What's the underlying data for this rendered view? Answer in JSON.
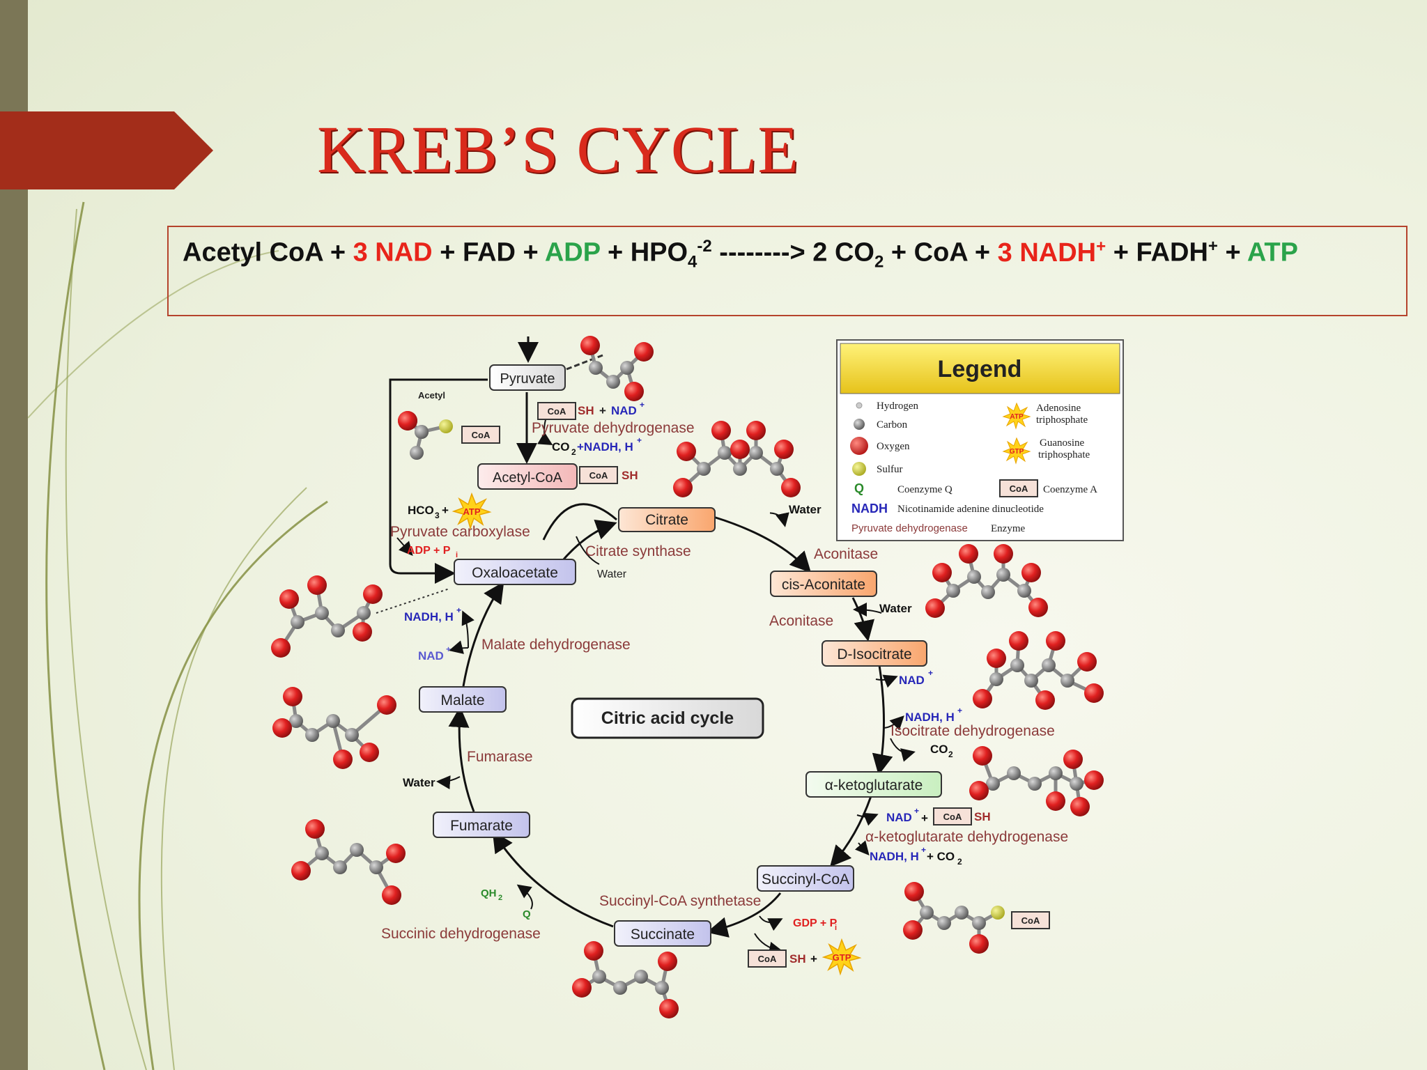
{
  "slide": {
    "title": "KREB’S CYCLE",
    "equation": {
      "t1": "Acetyl CoA + ",
      "t2": "3 NAD",
      "t3": " + FAD + ",
      "t4": "ADP",
      "t5": " + HPO",
      "t5sub": "4",
      "t5sup": "-2",
      "t6": " --------> 2 CO",
      "t6sub": "2",
      "t7": " + CoA + ",
      "t8": "3 NADH",
      "t8sup": "+",
      "t9": " + FADH",
      "t9sup": "+",
      "t10": " + ",
      "t11": "ATP"
    }
  },
  "diagram": {
    "center_label": "Citric acid cycle",
    "metabolites": {
      "pyruvate": "Pyruvate",
      "acetyl_coa": "Acetyl-CoA",
      "citrate": "Citrate",
      "cis_aconitate": "cis-Aconitate",
      "d_isocitrate": "D-Isocitrate",
      "a_ketoglutarate": "α-ketoglutarate",
      "succinyl_coa": "Succinyl-CoA",
      "succinate": "Succinate",
      "fumarate": "Fumarate",
      "malate": "Malate",
      "oxaloacetate": "Oxaloacetate"
    },
    "enzymes": {
      "pyruvate_dehydrogenase": "Pyruvate dehydrogenase",
      "pyruvate_carboxylase": "Pyruvate carboxylase",
      "citrate_synthase": "Citrate synthase",
      "aconitase_1": "Aconitase",
      "aconitase_2": "Aconitase",
      "isocitrate_dehydrogenase": "Isocitrate dehydrogenase",
      "akg_dehydrogenase": "α-ketoglutarate dehydrogenase",
      "succinyl_coa_synthetase": "Succinyl-CoA synthetase",
      "succinic_dehydrogenase": "Succinic dehydrogenase",
      "fumarase": "Fumarase",
      "malate_dehydrogenase": "Malate dehydrogenase"
    },
    "cofactors": {
      "acetyl": "Acetyl",
      "coa": "CoA",
      "sh": "SH",
      "plus": "+",
      "nad": "NAD",
      "nadh_h": "NADH, H",
      "sup_plus": "+",
      "co2": "CO",
      "sub_2": "2",
      "sub_3": "3",
      "co2_nadh": "+NADH, H",
      "hco": "HCO",
      "atp": "ATP",
      "gtp": "GTP",
      "adp_pi": "ADP + P",
      "gdp_pi": "GDP + P",
      "sub_i": "i",
      "water": "Water",
      "qh": "QH",
      "q": "Q",
      "s": "S",
      "nadh_co2": "NADH, H",
      "plus_co2": "+ CO"
    }
  },
  "legend": {
    "title": "Legend",
    "hydrogen": "Hydrogen",
    "carbon": "Carbon",
    "oxygen": "Oxygen",
    "sulfur": "Sulfur",
    "q_symbol": "Q",
    "coenzyme_q": "Coenzyme Q",
    "nadh_symbol": "NADH",
    "nadh_desc": "Nicotinamide adenine dinucleotide",
    "enzyme_example": "Pyruvate dehydrogenase",
    "enzyme": "Enzyme",
    "atp_symbol": "ATP",
    "atp_desc_1": "Adenosine",
    "atp_desc_2": "triphosphate",
    "gtp_symbol": "GTP",
    "gtp_desc_1": "Guanosine",
    "gtp_desc_2": "triphosphate",
    "coa_symbol": "CoA",
    "coa_desc": "Coenzyme A"
  },
  "colors": {
    "title": "#d92a1c",
    "enzyme_text": "#8b3a3a",
    "nad_text": "#2727b8",
    "acid_text": "#e8241a",
    "atp_text": "#2aa34a",
    "oxygen": "#e02020",
    "carbon": "#777777"
  }
}
